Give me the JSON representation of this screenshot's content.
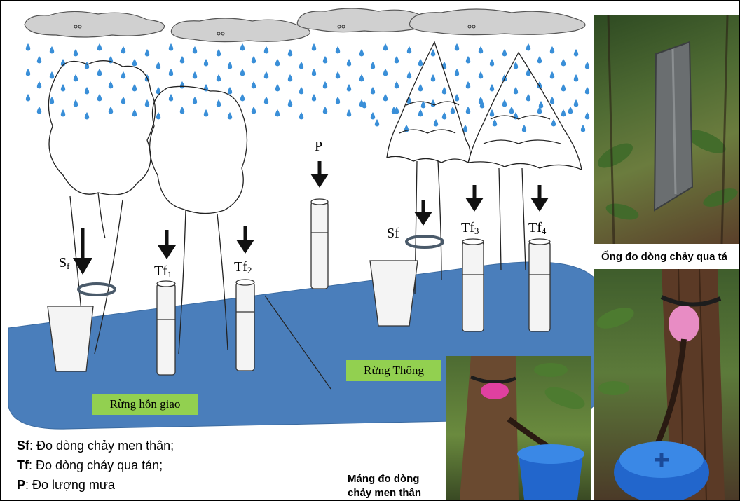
{
  "labels": {
    "sf_left_main": "S",
    "sf_left_sub": "f",
    "tf1_main": "Tf",
    "tf1_sub": "1",
    "tf2_main": "Tf",
    "tf2_sub": "2",
    "p": "P",
    "sf_right": "Sf",
    "tf3_main": "Tf",
    "tf3_sub": "3",
    "tf4_main": "Tf",
    "tf4_sub": "4"
  },
  "forests": {
    "mixed": "Rừng hỗn giao",
    "pine": "Rừng Thông"
  },
  "legend": [
    {
      "key": "Sf",
      "text": ": Đo dòng chảy men thân;"
    },
    {
      "key": "Tf",
      "text": ": Đo dòng chảy qua tán;"
    },
    {
      "key": "P",
      "text": ": Đo lượng mưa"
    }
  ],
  "captions": {
    "throughfall_tube": "Ống đo dòng chảy qua tá",
    "stemflow_line1": "Máng đo dòng",
    "stemflow_line2": "chảy men thân"
  },
  "colors": {
    "ground": "#4a7ebb",
    "rain": "#3a8fd8",
    "label_bg": "#92d050"
  }
}
